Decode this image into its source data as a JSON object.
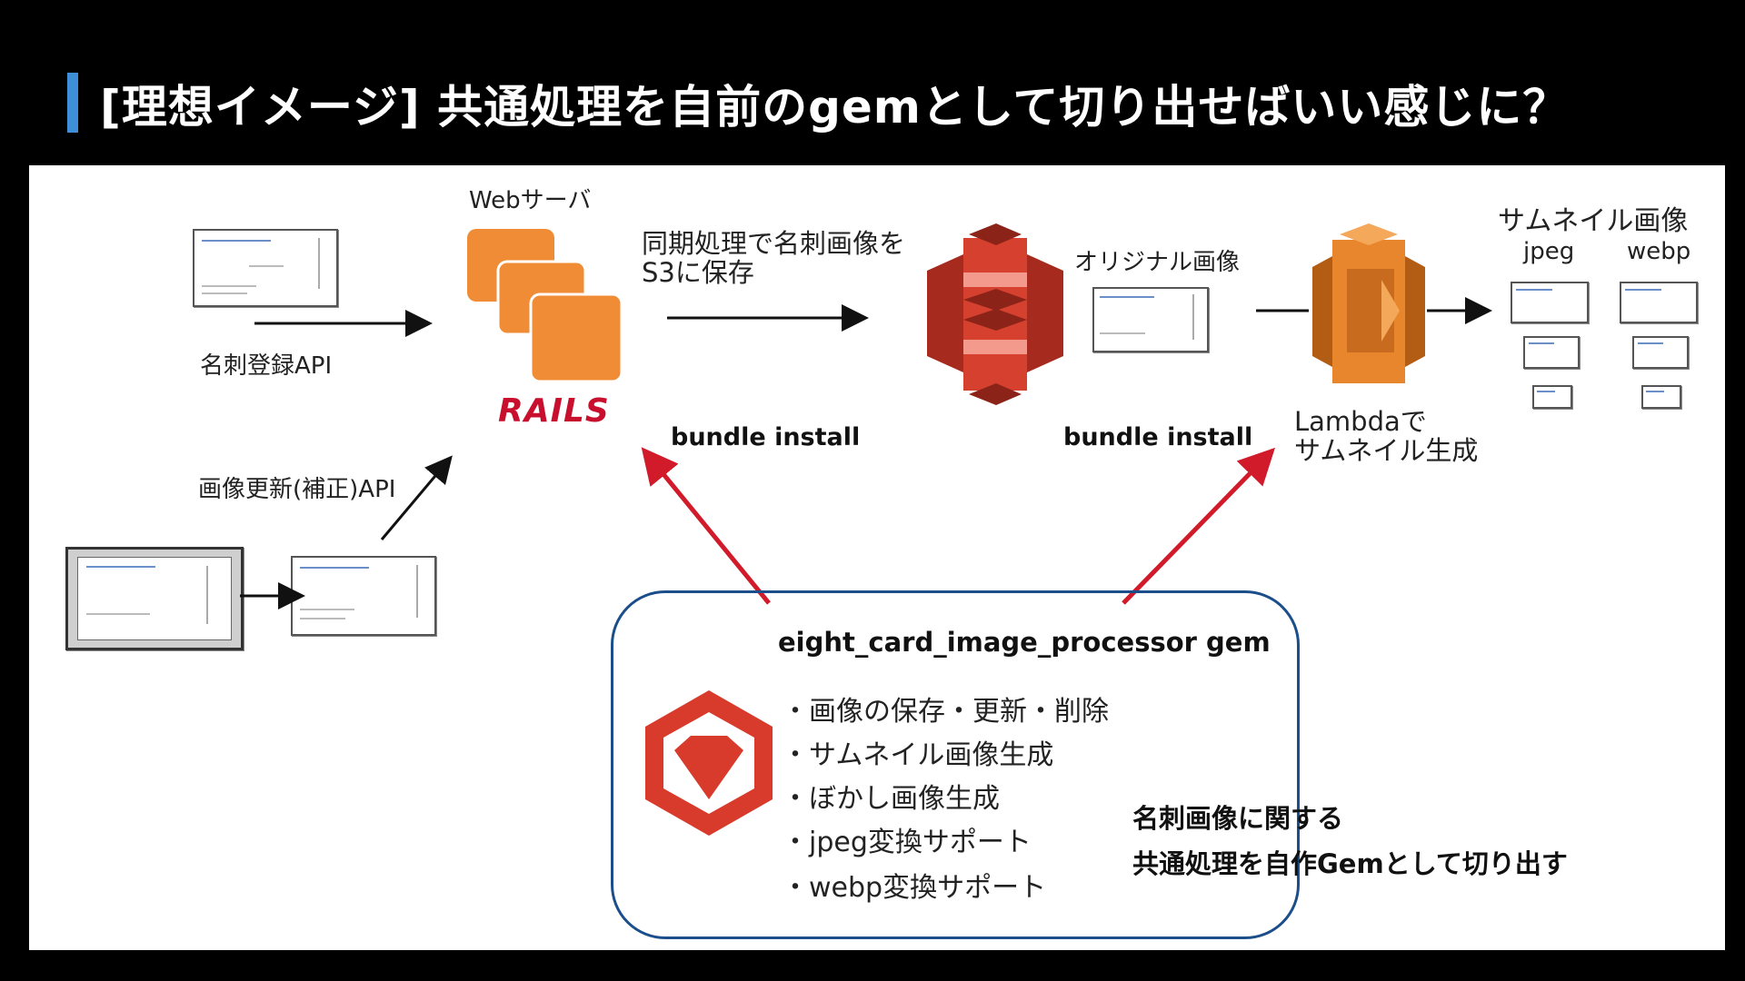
{
  "title": "[理想イメージ] 共通処理を自前のgemとして切り出せばいい感じに？",
  "labels": {
    "web_server": "Webサーバ",
    "register_api": "名刺登録API",
    "update_api": "画像更新(補正)API",
    "sync_save": "同期処理で名刺画像を\nS3に保存",
    "original_image": "オリジナル画像",
    "thumbnail_image": "サムネイル画像",
    "jpeg": "jpeg",
    "webp": "webp",
    "lambda_gen": "Lambdaで\nサムネイル生成",
    "bundle_install_1": "bundle install",
    "bundle_install_2": "bundle install",
    "rails_logo": "RAILS"
  },
  "gem": {
    "name": "eight_card_image_processor gem",
    "features": [
      "・画像の保存・更新・削除",
      "・サムネイル画像生成",
      "・ぼかし画像生成",
      "・jpeg変換サポート",
      "・webp変換サポート"
    ]
  },
  "note": [
    "名刺画像に関する",
    "共通処理を自作Gemとして切り出す"
  ],
  "colors": {
    "accent": "#3f8fd8",
    "aws_orange": "#f08c35",
    "s3_red": "#d6412f",
    "lambda_orange": "#e8862d",
    "arrow_red": "#d11a2a",
    "gem_border": "#1b4e8a"
  }
}
